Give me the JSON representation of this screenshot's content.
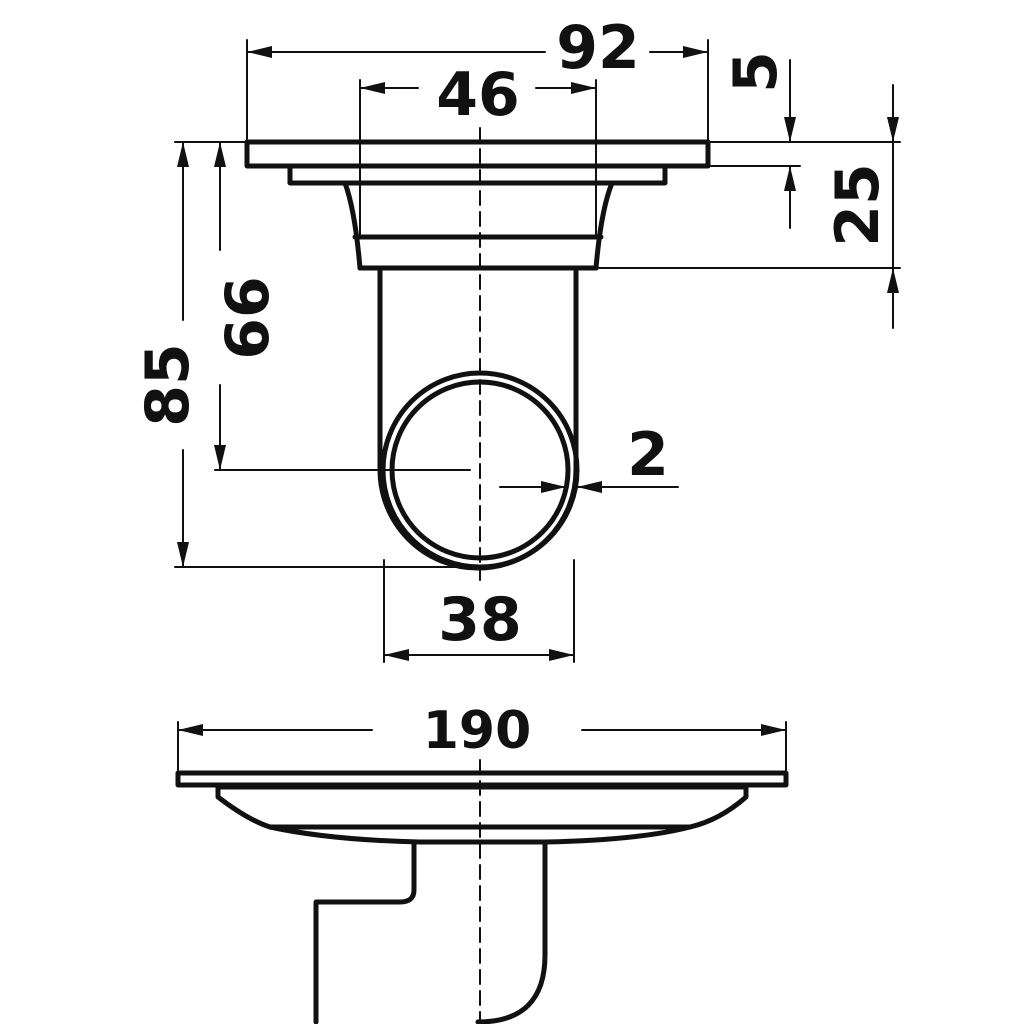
{
  "colors": {
    "line": "#111111",
    "background": "#ffffff"
  },
  "dimensions": {
    "top_width": "92",
    "inner_width": "46",
    "flange_thickness": "5",
    "upper_height": "25",
    "total_height": "85",
    "outlet_center_height": "66",
    "wall_thickness": "2",
    "pipe_width": "38",
    "side_width": "190"
  }
}
